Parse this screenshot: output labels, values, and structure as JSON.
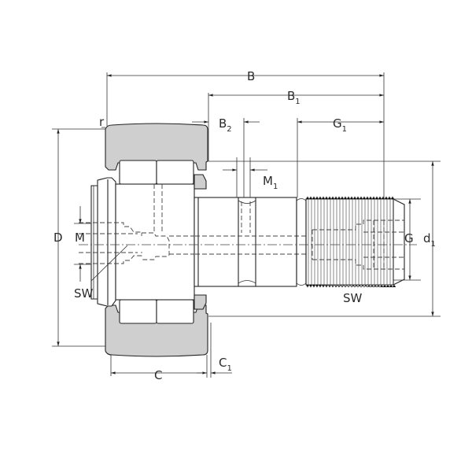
{
  "diagram": {
    "type": "technical drawing",
    "subject": "stud-type track roller (cam follower) with threaded stud",
    "colors": {
      "outer_ring": "#cfcfcf",
      "lines": "#222222",
      "background": "#ffffff"
    },
    "dimensions": {
      "B": {
        "main": "B",
        "sub": ""
      },
      "B1": {
        "main": "B",
        "sub": "1"
      },
      "B2": {
        "main": "B",
        "sub": "2"
      },
      "G1": {
        "main": "G",
        "sub": "1"
      },
      "M1": {
        "main": "M",
        "sub": "1"
      },
      "r": {
        "main": "r",
        "sub": ""
      },
      "D": {
        "main": "D",
        "sub": ""
      },
      "M": {
        "main": "M",
        "sub": ""
      },
      "G": {
        "main": "G",
        "sub": ""
      },
      "d1": {
        "main": "d",
        "sub": "1"
      },
      "C": {
        "main": "C",
        "sub": ""
      },
      "C1": {
        "main": "C",
        "sub": "1"
      },
      "SW_left": {
        "main": "SW",
        "sub": ""
      },
      "SW_right": {
        "main": "SW",
        "sub": ""
      }
    }
  }
}
